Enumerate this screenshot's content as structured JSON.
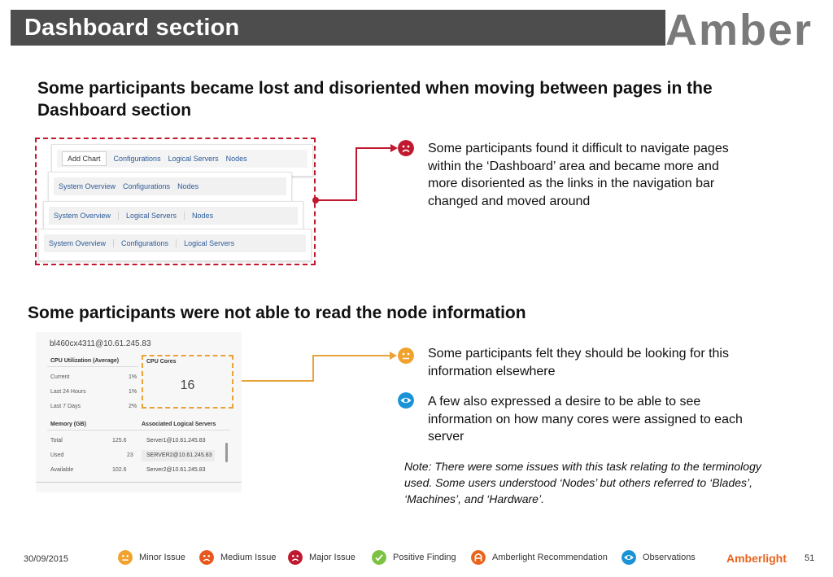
{
  "header": {
    "title": "Dashboard section",
    "brand": "Amber"
  },
  "section1": {
    "heading": "Some participants became lost and disoriented when moving between pages in the Dashboard section",
    "strips": [
      [
        "Add Chart",
        "Configurations",
        "Logical Servers",
        "Nodes"
      ],
      [
        "System Overview",
        "Configurations",
        "Nodes"
      ],
      [
        "System Overview",
        "Logical Servers",
        "Nodes"
      ],
      [
        "System Overview",
        "Configurations",
        "Logical Servers"
      ]
    ],
    "issue": "Some participants found it difficult to navigate pages within the ‘Dashboard’ area and became more and more disoriented as the links in the navigation bar changed and moved around"
  },
  "section2": {
    "heading": "Some participants were not able to read the node information",
    "node_id": "bl460cx4311@10.61.245.83",
    "cpu_util_title": "CPU Utilization (Average)",
    "cpu_rows": [
      {
        "label": "Current",
        "value": "1%"
      },
      {
        "label": "Last 24 Hours",
        "value": "1%"
      },
      {
        "label": "Last 7 Days",
        "value": "2%"
      }
    ],
    "cpu_cores_title": "CPU Cores",
    "cpu_cores_value": "16",
    "memory_title": "Memory (GB)",
    "memory_rows": [
      {
        "label": "Total",
        "value": "125.6"
      },
      {
        "label": "Used",
        "value": "23"
      },
      {
        "label": "Available",
        "value": "102.6"
      }
    ],
    "servers_title": "Associated Logical Servers",
    "servers": [
      "Server1@10.61.245.83",
      "SERVER2@10.61.245.83",
      "Server2@10.61.245.83"
    ],
    "issue1": "Some participants felt they should be looking for this information elsewhere",
    "issue2": "A few also expressed a desire to be able to see information on how many cores were assigned to each server",
    "note": "Note: There were some issues with this task relating to the terminology used. Some users understood ‘Nodes’ but others referred to ‘Blades’, ‘Machines’, and ‘Hardware’."
  },
  "footer": {
    "date": "30/09/2015",
    "legend": {
      "minor": "Minor Issue",
      "medium": "Medium Issue",
      "major": "Major Issue",
      "positive": "Positive Finding",
      "recommendation": "Amberlight  Recommendation",
      "observation": "Observations"
    },
    "brand": "Amberlight",
    "page": "51"
  },
  "colors": {
    "header_bg": "#4d4d4d",
    "major": "#c0182e",
    "medium": "#e8581e",
    "minor": "#f0a22c",
    "positive": "#7cc242",
    "observation": "#1a93d6",
    "brand_orange": "#e8641e"
  }
}
